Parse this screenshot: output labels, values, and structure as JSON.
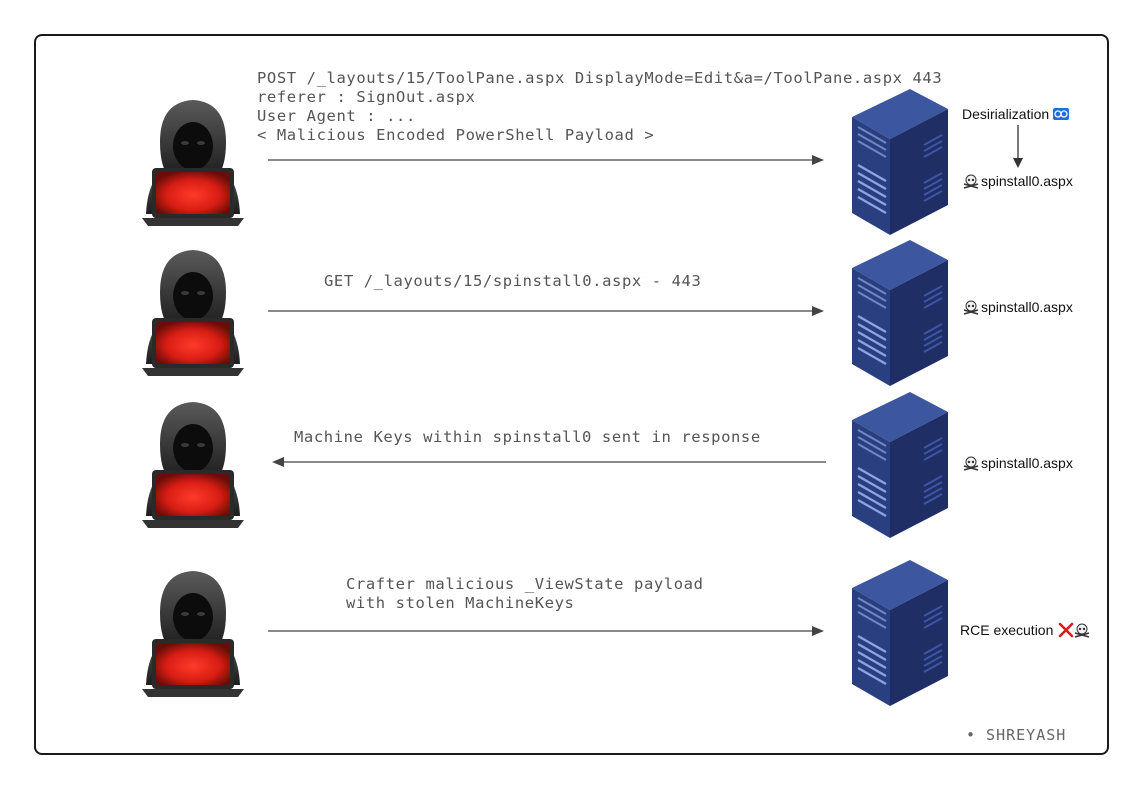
{
  "row1": {
    "request_lines": [
      "POST /_layouts/15/ToolPane.aspx DisplayMode=Edit&a=/ToolPane.aspx 443",
      "referer : SignOut.aspx",
      "User Agent : ...",
      "< Malicious Encoded PowerShell Payload >"
    ],
    "server_top_label": "Desirialization",
    "server_bottom_label": "spinstall0.aspx"
  },
  "row2": {
    "request_line": "GET /_layouts/15/spinstall0.aspx - 443",
    "server_label": "spinstall0.aspx"
  },
  "row3": {
    "response_line": "Machine Keys within spinstall0 sent in response",
    "server_label": "spinstall0.aspx"
  },
  "row4": {
    "request_lines": [
      "Crafter malicious _ViewState payload",
      "with stolen MachineKeys"
    ],
    "server_label": "RCE execution"
  },
  "signature": "• SHREYASH",
  "colors": {
    "server": "#2b3f7a",
    "laptop_glow": "#e0231b",
    "arrow": "#444444",
    "cross": "#d42020"
  },
  "icons": [
    "hacker-icon",
    "server-icon",
    "skull-crossbones-icon",
    "cross-mark-icon",
    "loop-icon"
  ]
}
